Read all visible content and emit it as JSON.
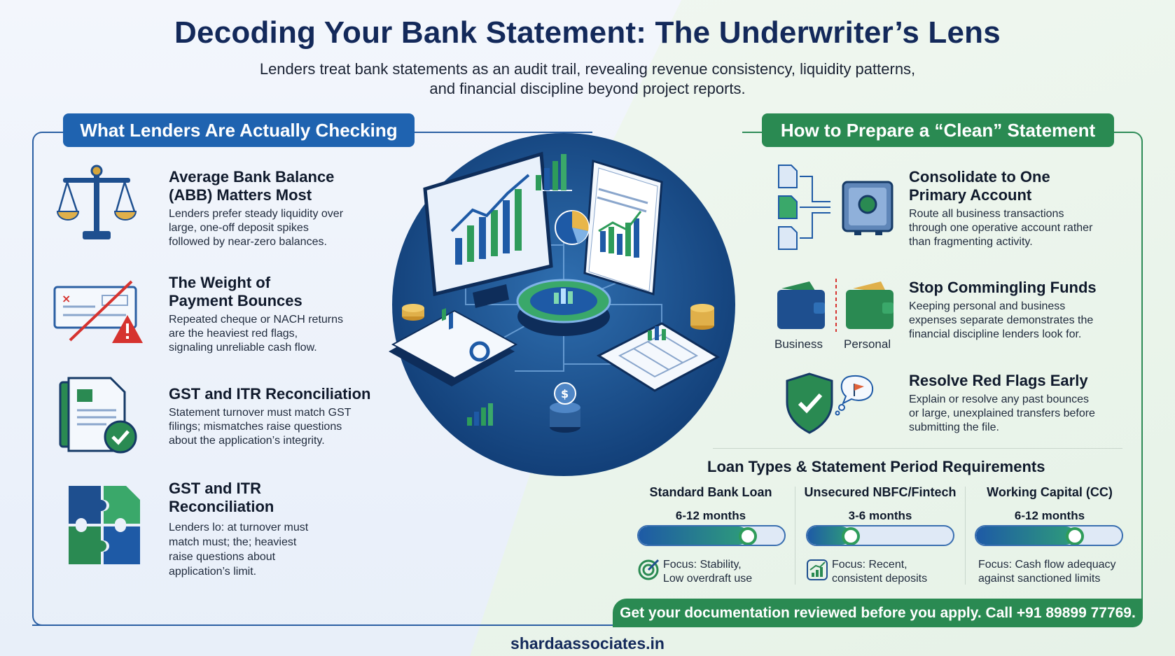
{
  "header": {
    "title": "Decoding Your Bank Statement: The Underwriter’s Lens",
    "subtitle_line1": "Lenders treat bank statements as an audit trail, revealing revenue consistency, liquidity patterns,",
    "subtitle_line2": "and financial discipline beyond project reports."
  },
  "left": {
    "heading": "What Lenders Are Actually Checking",
    "items": [
      {
        "title1": "Average Bank Balance",
        "title2": "(ABB) Matters Most",
        "body": [
          "Lenders prefer steady liquidity over",
          "large, one-off deposit spikes",
          "followed by near-zero balances."
        ],
        "icon": "scales-icon"
      },
      {
        "title1": "The Weight of",
        "title2": "Payment Bounces",
        "body": [
          "Repeated cheque or NACH returns",
          "are the heaviest red flags,",
          "signaling unreliable cash flow."
        ],
        "icon": "bounced-cheque-icon"
      },
      {
        "title1": "GST and ITR Reconciliation",
        "title2": "",
        "body": [
          "Statement turnover must match GST",
          "filings; mismatches raise questions",
          "about the application’s integrity."
        ],
        "icon": "document-check-icon"
      },
      {
        "title1": "GST and ITR",
        "title2": "Reconciliation",
        "body": [
          "Lenders lo: at turnover must",
          "match must; the; heaviest",
          "raise questions about",
          "application’s limit."
        ],
        "icon": "puzzle-icon"
      }
    ]
  },
  "right": {
    "heading": "How to Prepare a “Clean” Statement",
    "items": [
      {
        "title1": "Consolidate to One",
        "title2": "Primary Account",
        "body": [
          "Route all business transactions",
          "through one operative account rather",
          "than fragmenting activity."
        ],
        "icon": "documents-to-safe-icon"
      },
      {
        "title1": "Stop Commingling Funds",
        "title2": "",
        "body": [
          "Keeping personal and business",
          "expenses separate demonstrates the",
          "financial discipline lenders look for."
        ],
        "icon": "wallets-icon"
      },
      {
        "title1": "Resolve Red Flags Early",
        "title2": "",
        "body": [
          "Explain or resolve any past bounces",
          "or large, unexplained transfers before",
          "submitting the file."
        ],
        "icon": "shield-check-icon"
      }
    ],
    "wallet_labels": {
      "business": "Business",
      "personal": "Personal"
    }
  },
  "loans": {
    "title": "Loan Types & Statement Period Requirements",
    "columns": [
      {
        "name": "Standard Bank Loan",
        "months": "6-12 months",
        "level": 0.75,
        "focus1": "Focus: Stability,",
        "focus2": "Low overdraft use",
        "icon": "target-icon"
      },
      {
        "name": "Unsecured NBFC/Fintech",
        "months": "3-6 months",
        "level": 0.3,
        "focus1": "Focus: Recent,",
        "focus2": "consistent deposits",
        "icon": "growth-chart-icon"
      },
      {
        "name": "Working Capital (CC)",
        "months": "6-12 months",
        "level": 0.68,
        "focus1": "Focus: Cash flow adequacy",
        "focus2": "against sanctioned limits",
        "icon": ""
      }
    ]
  },
  "cta": "Get your documentation reviewed before you apply. Call +91 89899 77769.",
  "footer": "shardaassociates.in",
  "colors": {
    "navy": "#13295a",
    "blue": "#1f63b0",
    "green": "#2a8a52"
  }
}
